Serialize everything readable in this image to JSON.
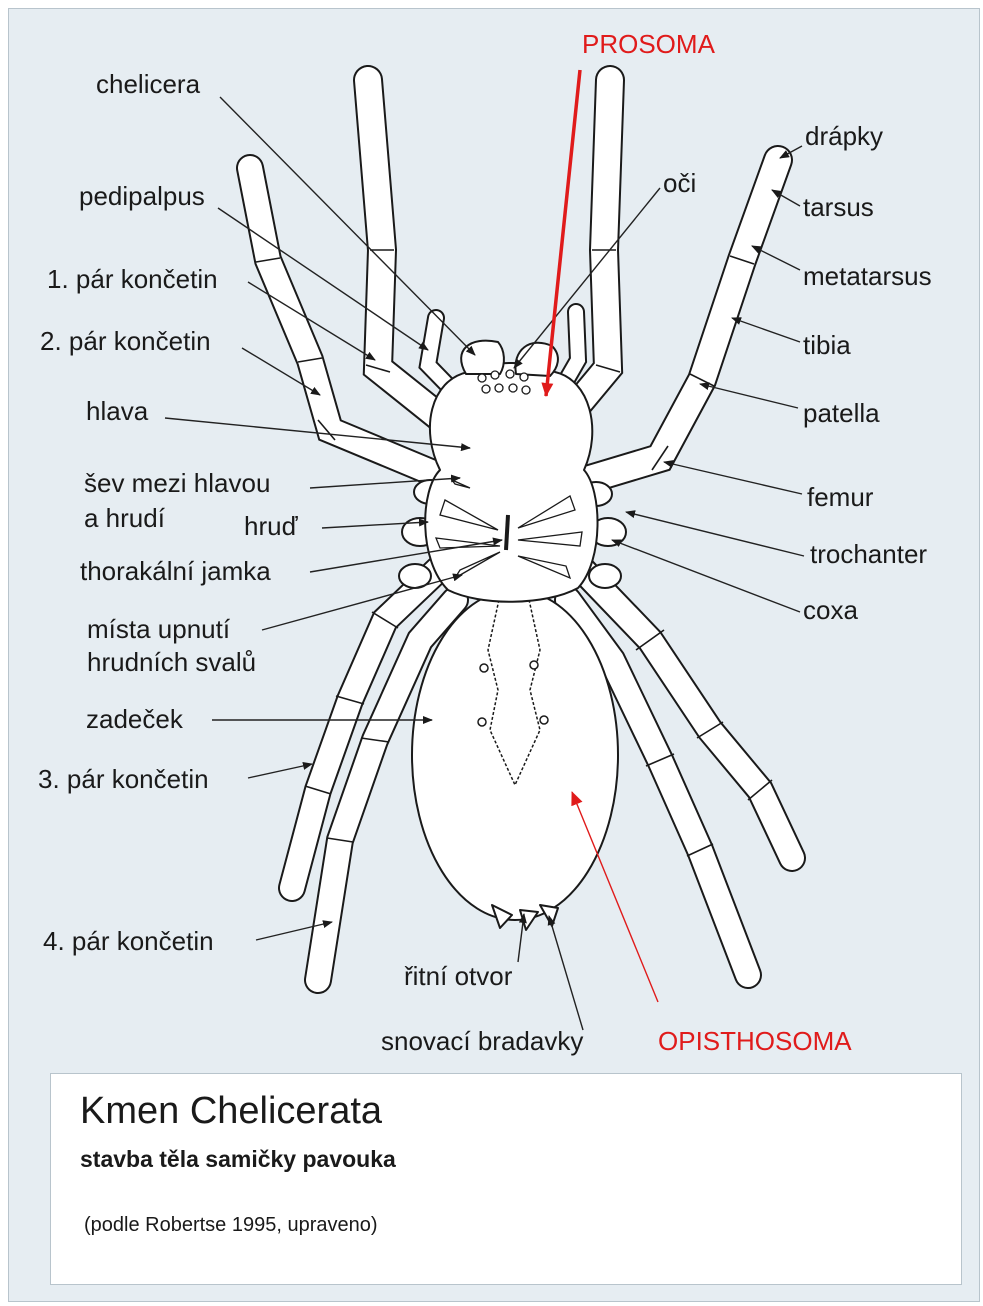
{
  "labels": {
    "prosoma": "PROSOMA",
    "opisthosoma": "OPISTHOSOMA",
    "chelicera": "chelicera",
    "pedipalpus": "pedipalpus",
    "leg_pair_1": "1. pár končetin",
    "leg_pair_2": "2. pár končetin",
    "hlava": "hlava",
    "sev_line1": "šev mezi hlavou",
    "sev_line2": "a hrudí",
    "hrud": "hruď",
    "thorakalni_jamka": "thorakální jamka",
    "mista_line1": "místa upnutí",
    "mista_line2": "hrudních svalů",
    "zadecek": "zadeček",
    "leg_pair_3": "3. pár končetin",
    "leg_pair_4": "4. pár končetin",
    "ritni_otvor": "řitní otvor",
    "snovaci_bradavky": "snovací bradavky",
    "oci": "oči",
    "drapky": "drápky",
    "tarsus": "tarsus",
    "metatarsus": "metatarsus",
    "tibia": "tibia",
    "patella": "patella",
    "femur": "femur",
    "trochanter": "trochanter",
    "coxa": "coxa"
  },
  "caption": {
    "title": "Kmen Chelicerata",
    "subtitle": "stavba těla samičky pavouka",
    "source": "(podle Robertse 1995, upraveno)"
  },
  "colors": {
    "background": "#e6edf2",
    "accent_red": "#e01b1b",
    "ink": "#1a1a1a"
  }
}
